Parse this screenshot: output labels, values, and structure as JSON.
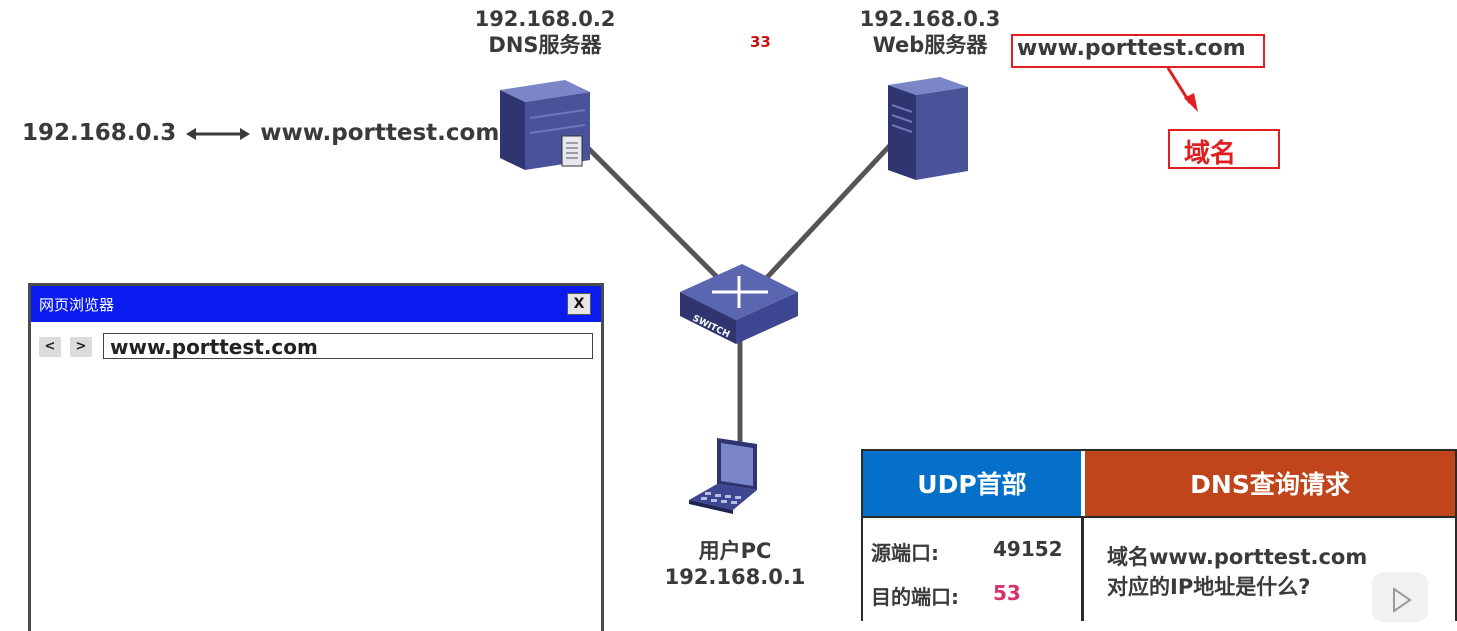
{
  "dns_server": {
    "ip": "192.168.0.2",
    "label": "DNS服务器"
  },
  "web_server": {
    "ip": "192.168.0.3",
    "label": "Web服务器"
  },
  "page_number": "33",
  "mapping": {
    "ip": "192.168.0.3",
    "domain": "www.porttest.com"
  },
  "domain_callout": {
    "domain": "www.porttest.com",
    "tag": "域名"
  },
  "switch": {
    "label": "SWITCH"
  },
  "user_pc": {
    "label": "用户PC",
    "ip": "192.168.0.1"
  },
  "browser": {
    "title": "网页浏览器",
    "close_label": "X",
    "back_label": "<",
    "forward_label": ">",
    "url": "www.porttest.com"
  },
  "packet": {
    "udp_header": "UDP首部",
    "dns_query": "DNS查询请求",
    "src_port_label": "源端口:",
    "src_port_value": "49152",
    "dst_port_label": "目的端口:",
    "dst_port_value": "53",
    "query_line1": "域名www.porttest.com",
    "query_line2": "对应的IP地址是什么?"
  },
  "colors": {
    "udp_header": "#0470c9",
    "dns_header": "#c0451a",
    "accent_red": "#e02020",
    "port_highlight": "#d6336c",
    "browser_titlebar": "#0a1cf0"
  }
}
